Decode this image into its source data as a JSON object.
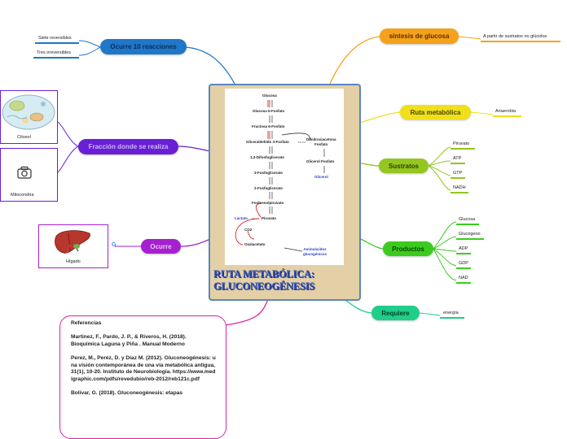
{
  "central": {
    "title_line1": "RUTA METABÓLICA:",
    "title_line2": "GLUCONEOGÉNESIS"
  },
  "diagram": {
    "glucosa": "Glucosa",
    "g6p": "Glucosa 6-Fosfato",
    "f6p": "Fructosa 6-Fosfato",
    "g3p": "Gliceraldehído 3-Fosfato",
    "dhap": "Dihidroxiacetona\nFosfato",
    "bpg": "1,3-Difosfoglicerato",
    "pg3": "3-Fosfoglicerato",
    "pg2": "2-Fosfoglicerato",
    "pep": "Fosfoenolpiruvato",
    "lactato": "Lactato",
    "piruvato": "Piruvato",
    "co2": "CO2",
    "oxalo": "Oxalacetato",
    "amino": "Aminoácidos\nglucogénicos",
    "glicerolf": "Glicerol Fosfato",
    "glicerol": "Glicerol"
  },
  "nodes": {
    "reacciones": {
      "label": "Ocurre 10 reacciones",
      "children": [
        "Siete reversibles",
        "Tres irreversibles"
      ]
    },
    "fraccion": {
      "label": "Fracción donde se realiza",
      "children": [
        "Citosol",
        "Mitocondria"
      ]
    },
    "ocurre": {
      "label": "Ocurre",
      "children": [
        "Hígado"
      ]
    },
    "sintesis": {
      "label": "síntesis de glucosa",
      "children": [
        "A partir de sustratos no glúcidos"
      ]
    },
    "ruta": {
      "label": "Ruta metabólica",
      "children": [
        "Anaerobia"
      ]
    },
    "sustratos": {
      "label": "Sustratos",
      "children": [
        "Piruvato",
        "ATP",
        "GTP",
        "NADH"
      ]
    },
    "productos": {
      "label": "Productos",
      "children": [
        "Glucosa",
        "Glucógeno",
        "ADP",
        "GDP",
        "NAD"
      ]
    },
    "requiere": {
      "label": "Requiere",
      "children": [
        "energía"
      ]
    }
  },
  "references": [
    "Referencias",
    "Martinez, F., Pardo, J. P., & Riveros, H. (2018). Bioquímica Laguna y Piña . Manual Moderno",
    "Perez, M., Peréz, D. y Díaz M. (2012). Gluconeogénesis: una visión contemporánea de una vía metabólica antigua, 31(1), 10-20. Instituto de Neurobiología. https://www.medigraphic.com/pdfs/revedubio/reb-2012/reb121c.pdf",
    "Bolívar, G. (2018). Gluconeogénesis: etapas"
  ],
  "colors": {
    "reacciones": "#1f77c9",
    "fraccion": "#6a1fd6",
    "ocurre": "#a620cf",
    "sintesis": "#f4a21c",
    "ruta": "#efe01b",
    "sustratos": "#93c61f",
    "productos": "#3bcb1f",
    "requiere": "#1fce89",
    "references": "#e01fa8"
  }
}
